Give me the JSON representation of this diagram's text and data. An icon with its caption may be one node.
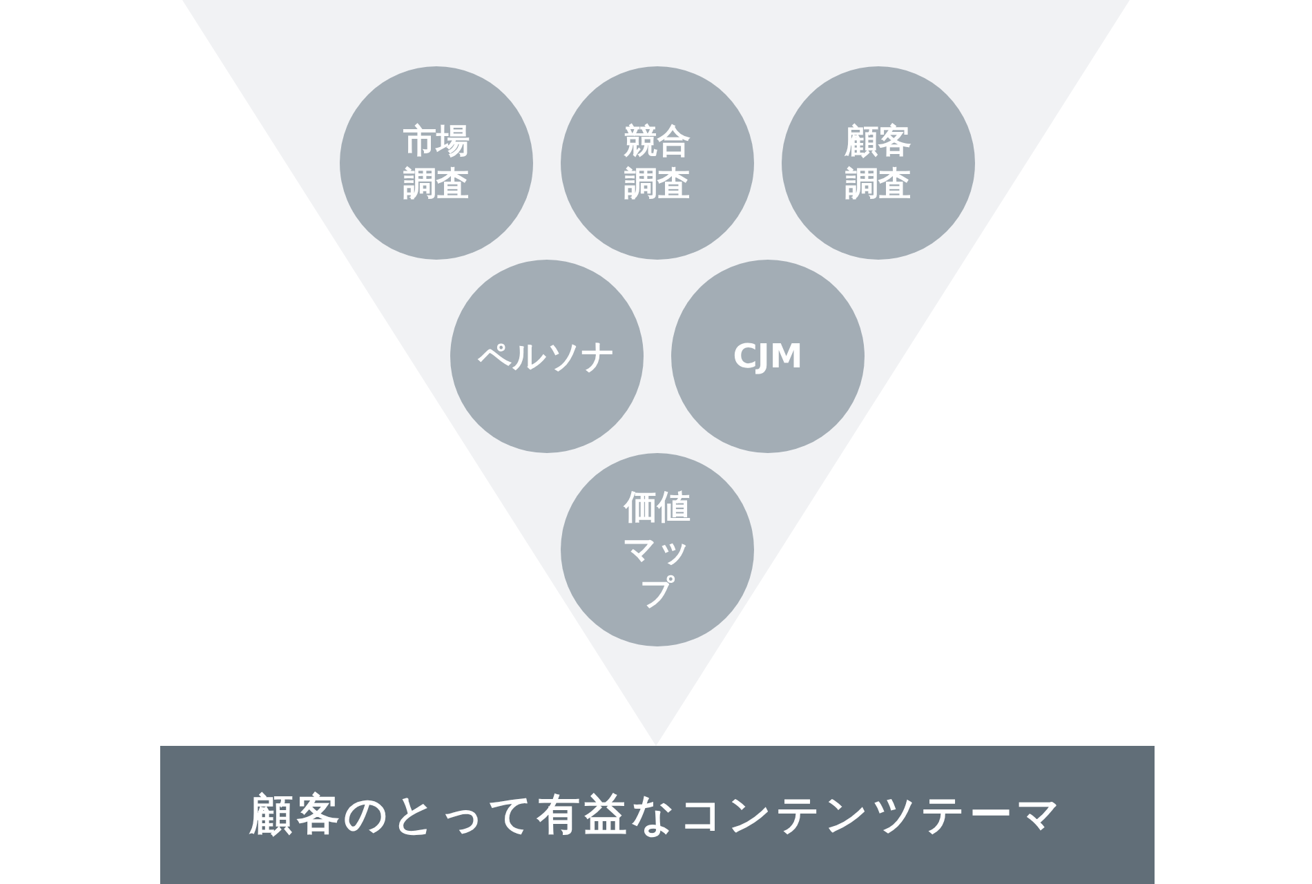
{
  "diagram": {
    "nodes": [
      {
        "text": [],
        "shape": "triangle"
      },
      {
        "text": [
          "市場調査"
        ],
        "in": 0
      },
      {
        "text": [
          "競合調査"
        ],
        "in": 0
      },
      {
        "text": [
          "顧客調査"
        ],
        "in": 0
      },
      {
        "text": [
          "ペルソナ"
        ],
        "in": 0
      },
      {
        "text": [
          "CJM"
        ],
        "in": 0
      },
      {
        "text": [
          "価値マップ"
        ],
        "in": 0
      },
      {
        "text": [
          "顧客のとって有益なコンテンツテーマ"
        ]
      }
    ]
  }
}
